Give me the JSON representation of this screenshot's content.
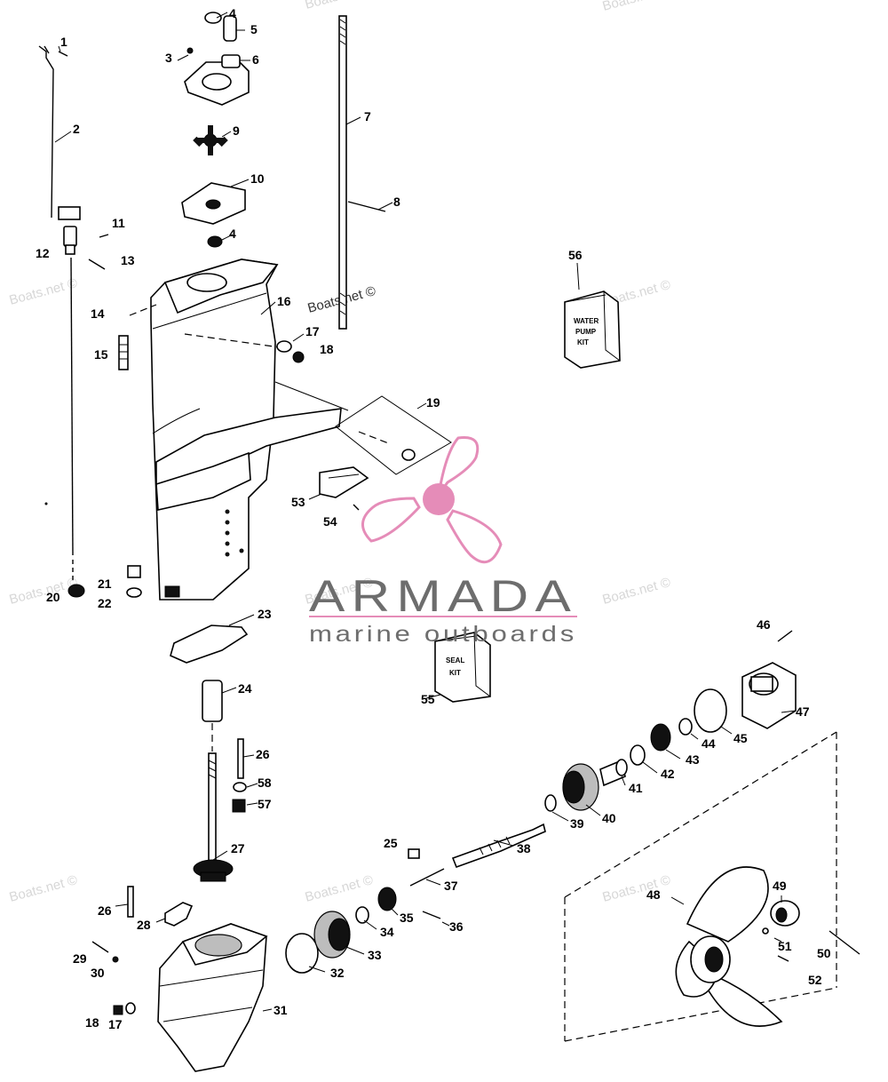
{
  "watermarks": {
    "site": "Boats.net ©",
    "brand_name": "ARMADA",
    "brand_tagline": "marine outboards"
  },
  "kits": {
    "water_pump_kit": [
      "WATER",
      "PUMP",
      "KIT"
    ],
    "seal_kit": [
      "SEAL",
      "KIT"
    ]
  },
  "callouts": [
    "1",
    "2",
    "3",
    "4",
    "5",
    "6",
    "7",
    "8",
    "9",
    "10",
    "11",
    "12",
    "13",
    "14",
    "15",
    "16",
    "17",
    "18",
    "19",
    "20",
    "21",
    "22",
    "23",
    "24",
    "25",
    "26",
    "27",
    "28",
    "29",
    "30",
    "31",
    "32",
    "33",
    "34",
    "35",
    "36",
    "37",
    "38",
    "39",
    "40",
    "41",
    "42",
    "43",
    "44",
    "45",
    "46",
    "47",
    "48",
    "49",
    "50",
    "51",
    "52",
    "53",
    "54",
    "55",
    "56",
    "57",
    "58"
  ],
  "colors": {
    "brand_pink": "#e58cb8",
    "brand_gray": "#6d6d6d",
    "ink": "#000000",
    "watermark": "#d7d7d7"
  }
}
